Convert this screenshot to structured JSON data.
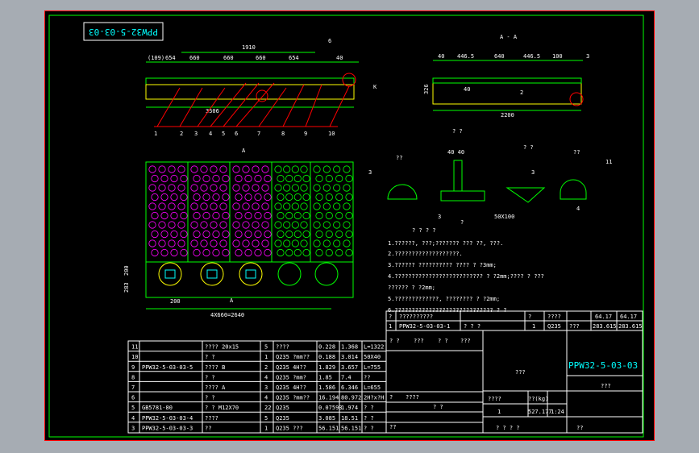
{
  "drawing_number": "PPW32-5-03-03",
  "title_block": {
    "name": "???",
    "material": "???",
    "weight": "527.177",
    "scale": "1:24",
    "qty": "1",
    "label_weight": "??(kg)",
    "label_qty": "????"
  },
  "section_label": "A - A",
  "view_label_a": "A",
  "view_label_a2": "A",
  "dims_top": {
    "d1": "(109)",
    "d2": "654",
    "d3": "660",
    "d4": "660",
    "d5": "660",
    "d6": "654",
    "d7": "40",
    "total": "1910",
    "length": "3506",
    "label_k": "K"
  },
  "dims_right": {
    "d1": "40",
    "d2": "446.5",
    "d3": "640",
    "d4": "446.5",
    "d5": "100",
    "width": "2200",
    "h": "326",
    "s40": "40",
    "s3": "3",
    "s2": "2"
  },
  "dims_plan": {
    "h1": "200",
    "h2": "283",
    "w1": "200",
    "total": "4X660=2640"
  },
  "callouts": [
    "1",
    "2",
    "3",
    "4",
    "5",
    "6",
    "7",
    "8",
    "9",
    "10"
  ],
  "detail_labels": {
    "d1": "3",
    "d2": "??",
    "d3": "? ?",
    "d4": "40 40",
    "d5": "50X100",
    "d6": "11",
    "d7": "4",
    "d8": "? ?",
    "d9": "??",
    "d10": "3",
    "d11": "3",
    "d12": "?"
  },
  "notes": {
    "heading": "? ? ? ?",
    "lines": [
      "1.??????, ???;??????? ??? ??, ???.",
      "2.???????????????????.",
      "3.?????? ?????????? ???? ? ?3mm;",
      "4.?????????????????????????? ? ?2mm;???? ? ???",
      "   ?????? ? ?2mm;",
      "5.?????????????, ???????? ? ?2mm;",
      "6.????????????????????????????? ? ?"
    ]
  },
  "upper_table": {
    "row1": [
      "?",
      "??????????",
      "?",
      "????",
      "64.17",
      "64.17"
    ],
    "row2": [
      "1",
      "PPW32-5-03-03-1",
      "? ? ?",
      "1",
      "Q235",
      "???",
      "283.615",
      "283.615"
    ]
  },
  "bom": [
    {
      "no": "11",
      "code": "",
      "name": "???? 20x15",
      "qty": "5",
      "mat": "????",
      "w1": "0.228",
      "w2": "1.368",
      "note": "L=1322"
    },
    {
      "no": "10",
      "code": "",
      "name": "?  ?",
      "qty": "1",
      "mat": "Q235 ?mm??",
      "w1": "0.188",
      "w2": "3.014",
      "note": "50X40"
    },
    {
      "no": "9",
      "code": "PPW32-5-03-03-5",
      "name": "???? B",
      "qty": "2",
      "mat": "Q235 4H??",
      "w1": "1.829",
      "w2": "3.657",
      "note": "L=755"
    },
    {
      "no": "8",
      "code": "",
      "name": "?  ?",
      "qty": "4",
      "mat": "Q235 ?mm?",
      "w1": "1.85",
      "w2": "7.4",
      "note": "??"
    },
    {
      "no": "7",
      "code": "",
      "name": "???? A",
      "qty": "3",
      "mat": "Q235 4H??",
      "w1": "1.586",
      "w2": "6.346",
      "note": "L=655"
    },
    {
      "no": "6",
      "code": "",
      "name": "?  ?",
      "qty": "4",
      "mat": "Q235 ?mm??",
      "w1": "16.194",
      "w2": "80.972",
      "note": "2H?x?H"
    },
    {
      "no": "5",
      "code": "GB5781-80",
      "name": "?  ?  M12X70",
      "qty": "22",
      "mat": "Q235",
      "w1": "0.07593",
      "w2": "1.974",
      "note": "? ?"
    },
    {
      "no": "4",
      "code": "PPW32-5-03-03-4",
      "name": "????",
      "qty": "5",
      "mat": "Q235",
      "w1": "3.085",
      "w2": "18.51",
      "note": "? ?"
    },
    {
      "no": "3",
      "code": "PPW32-5-03-03-3",
      "name": "??",
      "qty": "1",
      "mat": "Q235 ???",
      "w1": "56.151",
      "w2": "56.151",
      "note": "? ?"
    }
  ],
  "title_cells": {
    "a": "? ?",
    "b": "???",
    "c": "? ?",
    "d": "???",
    "e": "?",
    "f": "????",
    "g": "? ? ? ?",
    "h": "??",
    "i": "? ?",
    "j": "??"
  }
}
